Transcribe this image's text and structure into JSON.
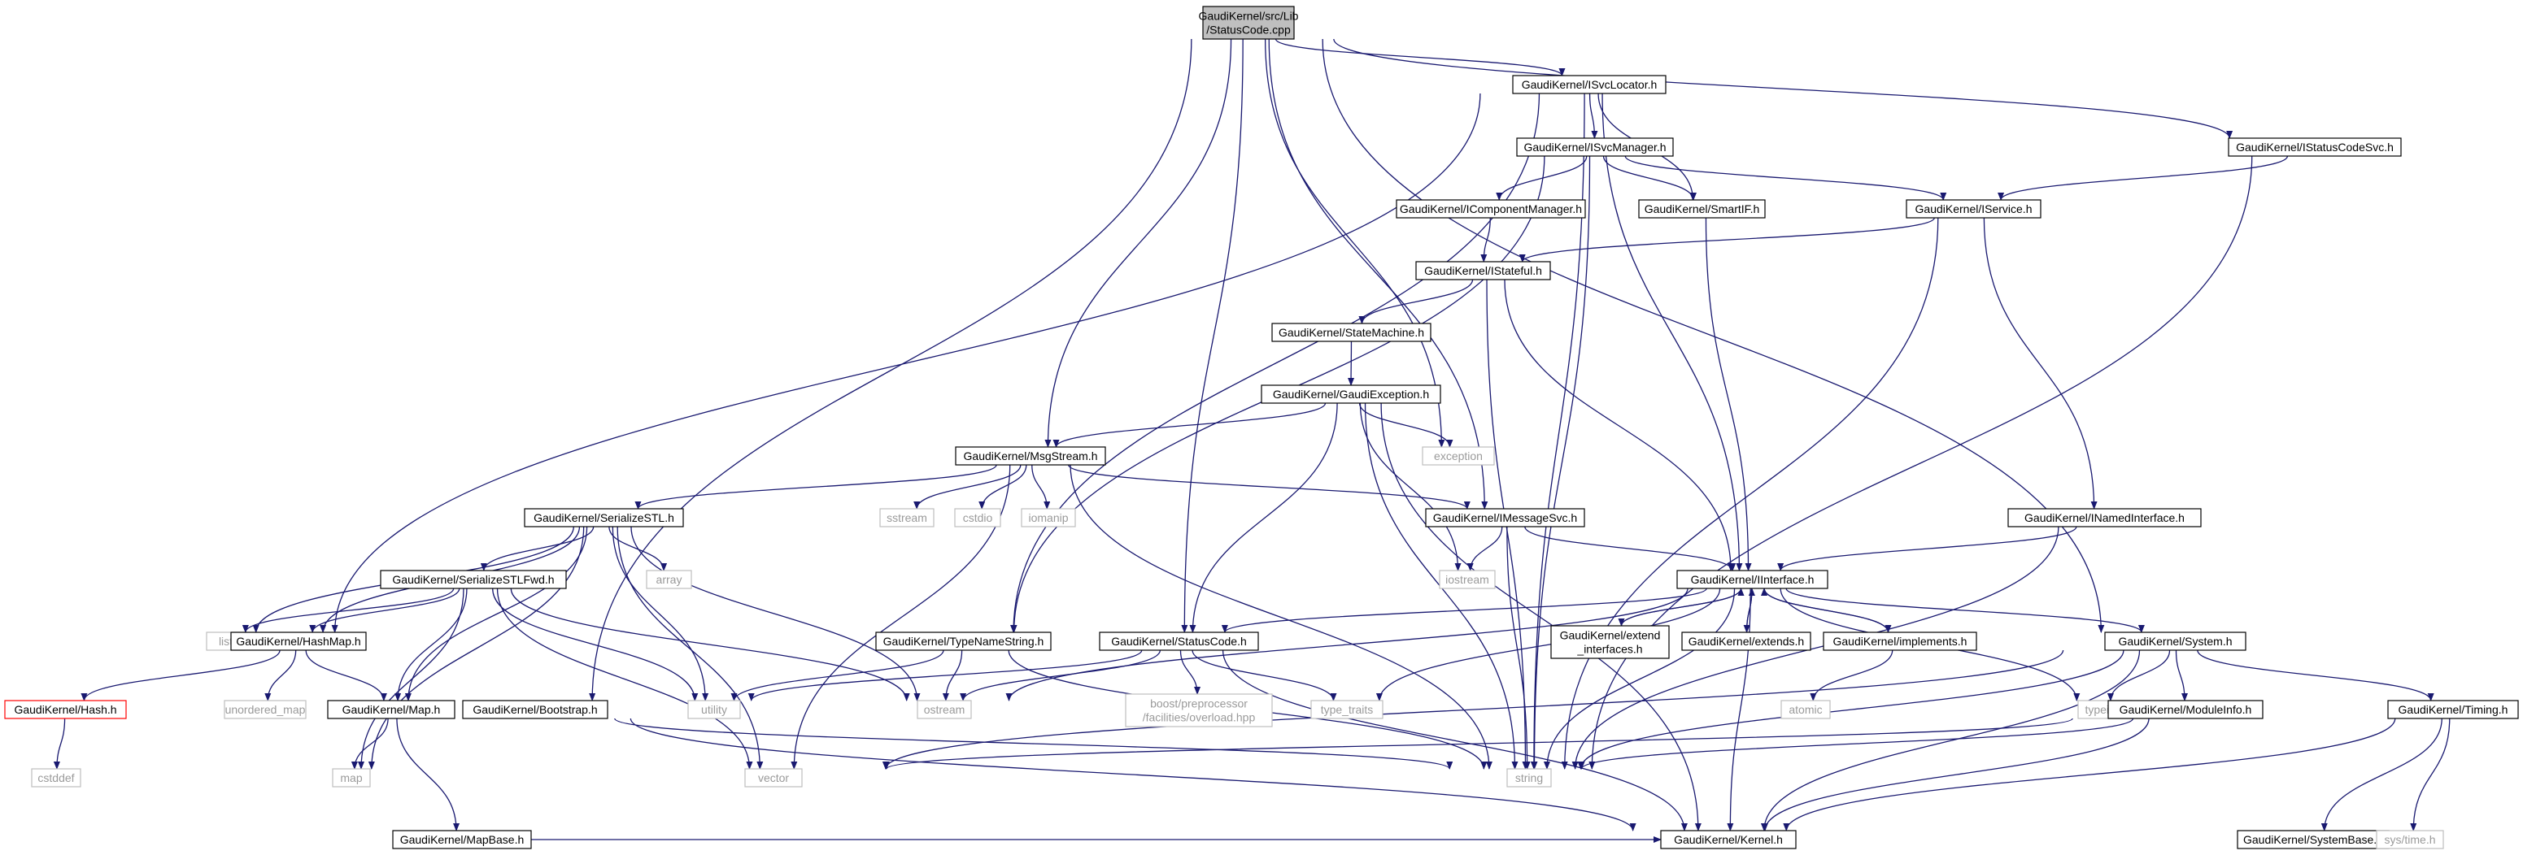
{
  "colors": {
    "edge": "#191970",
    "node_border": "#000000",
    "root_fill": "#bfbfbf",
    "missing_border": "#bfbfbf",
    "missing_text": "#9a9a9a",
    "truncated_border": "#ff0000"
  },
  "nodes": [
    {
      "id": "root",
      "lines": [
        "GaudiKernel/src/Lib",
        "/StatusCode.cpp"
      ],
      "style": "root"
    },
    {
      "id": "isvclocator",
      "lines": [
        "GaudiKernel/ISvcLocator.h"
      ],
      "style": "header"
    },
    {
      "id": "istatuscodesvc",
      "lines": [
        "GaudiKernel/IStatusCodeSvc.h"
      ],
      "style": "header"
    },
    {
      "id": "isvcmanager",
      "lines": [
        "GaudiKernel/ISvcManager.h"
      ],
      "style": "header"
    },
    {
      "id": "icomponentmanager",
      "lines": [
        "GaudiKernel/IComponentManager.h"
      ],
      "style": "header"
    },
    {
      "id": "smartif",
      "lines": [
        "GaudiKernel/SmartIF.h"
      ],
      "style": "header"
    },
    {
      "id": "iservice",
      "lines": [
        "GaudiKernel/IService.h"
      ],
      "style": "header"
    },
    {
      "id": "istateful",
      "lines": [
        "GaudiKernel/IStateful.h"
      ],
      "style": "header"
    },
    {
      "id": "statemachine",
      "lines": [
        "GaudiKernel/StateMachine.h"
      ],
      "style": "header"
    },
    {
      "id": "gaudiexception",
      "lines": [
        "GaudiKernel/GaudiException.h"
      ],
      "style": "header"
    },
    {
      "id": "msgstream",
      "lines": [
        "GaudiKernel/MsgStream.h"
      ],
      "style": "header"
    },
    {
      "id": "exception",
      "lines": [
        "exception"
      ],
      "style": "system"
    },
    {
      "id": "serializestl",
      "lines": [
        "GaudiKernel/SerializeSTL.h"
      ],
      "style": "header"
    },
    {
      "id": "sstream",
      "lines": [
        "sstream"
      ],
      "style": "system"
    },
    {
      "id": "cstdio",
      "lines": [
        "cstdio"
      ],
      "style": "system"
    },
    {
      "id": "iomanip",
      "lines": [
        "iomanip"
      ],
      "style": "system"
    },
    {
      "id": "imessagesvc",
      "lines": [
        "GaudiKernel/IMessageSvc.h"
      ],
      "style": "header"
    },
    {
      "id": "inamedinterface",
      "lines": [
        "GaudiKernel/INamedInterface.h"
      ],
      "style": "header"
    },
    {
      "id": "array",
      "lines": [
        "array"
      ],
      "style": "system"
    },
    {
      "id": "iostream",
      "lines": [
        "iostream"
      ],
      "style": "system"
    },
    {
      "id": "iinterface",
      "lines": [
        "GaudiKernel/IInterface.h"
      ],
      "style": "header"
    },
    {
      "id": "serializestlfwd",
      "lines": [
        "GaudiKernel/SerializeSTLFwd.h"
      ],
      "style": "header"
    },
    {
      "id": "list",
      "lines": [
        "list"
      ],
      "style": "system"
    },
    {
      "id": "hashmap",
      "lines": [
        "GaudiKernel/HashMap.h"
      ],
      "style": "header"
    },
    {
      "id": "typenamestring",
      "lines": [
        "GaudiKernel/TypeNameString.h"
      ],
      "style": "header"
    },
    {
      "id": "statuscodeh",
      "lines": [
        "GaudiKernel/StatusCode.h"
      ],
      "style": "header"
    },
    {
      "id": "extend_interfaces",
      "lines": [
        "GaudiKernel/extend",
        "_interfaces.h"
      ],
      "style": "header"
    },
    {
      "id": "extends",
      "lines": [
        "GaudiKernel/extends.h"
      ],
      "style": "header"
    },
    {
      "id": "implements",
      "lines": [
        "GaudiKernel/implements.h"
      ],
      "style": "header"
    },
    {
      "id": "system",
      "lines": [
        "GaudiKernel/System.h"
      ],
      "style": "header"
    },
    {
      "id": "hash",
      "lines": [
        "GaudiKernel/Hash.h"
      ],
      "style": "truncated"
    },
    {
      "id": "unordered_map",
      "lines": [
        "unordered_map"
      ],
      "style": "system"
    },
    {
      "id": "maph",
      "lines": [
        "GaudiKernel/Map.h"
      ],
      "style": "header"
    },
    {
      "id": "bootstrap",
      "lines": [
        "GaudiKernel/Bootstrap.h"
      ],
      "style": "header"
    },
    {
      "id": "utility",
      "lines": [
        "utility"
      ],
      "style": "system"
    },
    {
      "id": "ostream",
      "lines": [
        "ostream"
      ],
      "style": "system"
    },
    {
      "id": "overload",
      "lines": [
        "boost/preprocessor",
        "/facilities/overload.hpp"
      ],
      "style": "system"
    },
    {
      "id": "type_traits",
      "lines": [
        "type_traits"
      ],
      "style": "system"
    },
    {
      "id": "atomic",
      "lines": [
        "atomic"
      ],
      "style": "system"
    },
    {
      "id": "typeinfo",
      "lines": [
        "typeinfo"
      ],
      "style": "system"
    },
    {
      "id": "moduleinfo",
      "lines": [
        "GaudiKernel/ModuleInfo.h"
      ],
      "style": "header"
    },
    {
      "id": "timing",
      "lines": [
        "GaudiKernel/Timing.h"
      ],
      "style": "header"
    },
    {
      "id": "cstddef",
      "lines": [
        "cstddef"
      ],
      "style": "system"
    },
    {
      "id": "map",
      "lines": [
        "map"
      ],
      "style": "system"
    },
    {
      "id": "vector",
      "lines": [
        "vector"
      ],
      "style": "system"
    },
    {
      "id": "string",
      "lines": [
        "string"
      ],
      "style": "system"
    },
    {
      "id": "mapbase",
      "lines": [
        "GaudiKernel/MapBase.h"
      ],
      "style": "header"
    },
    {
      "id": "systembase",
      "lines": [
        "GaudiKernel/SystemBase.h"
      ],
      "style": "header"
    },
    {
      "id": "systime",
      "lines": [
        "sys/time.h"
      ],
      "style": "system"
    },
    {
      "id": "kernel",
      "lines": [
        "GaudiKernel/Kernel.h"
      ],
      "style": "header"
    }
  ],
  "edges": [
    [
      "root",
      "isvclocator"
    ],
    [
      "root",
      "istatuscodesvc"
    ],
    [
      "root",
      "msgstream"
    ],
    [
      "root",
      "statuscodeh"
    ],
    [
      "root",
      "bootstrap"
    ],
    [
      "root",
      "exception"
    ],
    [
      "root",
      "imessagesvc"
    ],
    [
      "root",
      "system"
    ],
    [
      "isvclocator",
      "isvcmanager"
    ],
    [
      "isvclocator",
      "smartif"
    ],
    [
      "isvclocator",
      "iinterface"
    ],
    [
      "isvclocator",
      "list"
    ],
    [
      "isvclocator",
      "typenamestring"
    ],
    [
      "isvclocator",
      "string"
    ],
    [
      "istatuscodesvc",
      "iservice"
    ],
    [
      "istatuscodesvc",
      "string"
    ],
    [
      "isvcmanager",
      "icomponentmanager"
    ],
    [
      "isvcmanager",
      "smartif"
    ],
    [
      "isvcmanager",
      "iservice"
    ],
    [
      "isvcmanager",
      "typenamestring"
    ],
    [
      "isvcmanager",
      "string"
    ],
    [
      "icomponentmanager",
      "istateful"
    ],
    [
      "smartif",
      "iinterface"
    ],
    [
      "iservice",
      "istateful"
    ],
    [
      "iservice",
      "inamedinterface"
    ],
    [
      "iservice",
      "string"
    ],
    [
      "istateful",
      "statemachine"
    ],
    [
      "istateful",
      "iinterface"
    ],
    [
      "istateful",
      "string"
    ],
    [
      "statemachine",
      "gaudiexception"
    ],
    [
      "gaudiexception",
      "msgstream"
    ],
    [
      "gaudiexception",
      "exception"
    ],
    [
      "gaudiexception",
      "iostream"
    ],
    [
      "gaudiexception",
      "statuscodeh"
    ],
    [
      "gaudiexception",
      "string"
    ],
    [
      "gaudiexception",
      "kernel"
    ],
    [
      "msgstream",
      "serializestl"
    ],
    [
      "msgstream",
      "sstream"
    ],
    [
      "msgstream",
      "cstdio"
    ],
    [
      "msgstream",
      "iomanip"
    ],
    [
      "msgstream",
      "imessagesvc"
    ],
    [
      "msgstream",
      "string"
    ],
    [
      "msgstream",
      "vector"
    ],
    [
      "serializestl",
      "serializestlfwd"
    ],
    [
      "serializestl",
      "array"
    ],
    [
      "serializestl",
      "list"
    ],
    [
      "serializestl",
      "hashmap"
    ],
    [
      "serializestl",
      "maph"
    ],
    [
      "serializestl",
      "utility"
    ],
    [
      "serializestl",
      "ostream"
    ],
    [
      "serializestl",
      "map"
    ],
    [
      "serializestl",
      "vector"
    ],
    [
      "imessagesvc",
      "iinterface"
    ],
    [
      "imessagesvc",
      "iostream"
    ],
    [
      "imessagesvc",
      "string"
    ],
    [
      "inamedinterface",
      "iinterface"
    ],
    [
      "inamedinterface",
      "string"
    ],
    [
      "serializestlfwd",
      "list"
    ],
    [
      "serializestlfwd",
      "hashmap"
    ],
    [
      "serializestlfwd",
      "maph"
    ],
    [
      "serializestlfwd",
      "utility"
    ],
    [
      "serializestlfwd",
      "ostream"
    ],
    [
      "serializestlfwd",
      "map"
    ],
    [
      "serializestlfwd",
      "vector"
    ],
    [
      "hashmap",
      "hash"
    ],
    [
      "hashmap",
      "unordered_map"
    ],
    [
      "hashmap",
      "maph"
    ],
    [
      "hash",
      "cstddef"
    ],
    [
      "maph",
      "map"
    ],
    [
      "maph",
      "mapbase"
    ],
    [
      "mapbase",
      "kernel"
    ],
    [
      "bootstrap",
      "string"
    ],
    [
      "bootstrap",
      "kernel"
    ],
    [
      "typenamestring",
      "utility"
    ],
    [
      "typenamestring",
      "ostream"
    ],
    [
      "typenamestring",
      "string"
    ],
    [
      "statuscodeh",
      "utility"
    ],
    [
      "statuscodeh",
      "ostream"
    ],
    [
      "statuscodeh",
      "overload"
    ],
    [
      "statuscodeh",
      "type_traits"
    ],
    [
      "statuscodeh",
      "kernel"
    ],
    [
      "iinterface",
      "statuscodeh"
    ],
    [
      "iinterface",
      "extend_interfaces"
    ],
    [
      "iinterface",
      "extends"
    ],
    [
      "iinterface",
      "implements"
    ],
    [
      "iinterface",
      "system"
    ],
    [
      "iinterface",
      "ostream"
    ],
    [
      "iinterface",
      "type_traits"
    ],
    [
      "iinterface",
      "typeinfo"
    ],
    [
      "iinterface",
      "kernel"
    ],
    [
      "iinterface",
      "string"
    ],
    [
      "extend_interfaces",
      "iinterface"
    ],
    [
      "extends",
      "iinterface"
    ],
    [
      "implements",
      "iinterface"
    ],
    [
      "implements",
      "atomic"
    ],
    [
      "system",
      "moduleinfo"
    ],
    [
      "system",
      "timing"
    ],
    [
      "system",
      "typeinfo"
    ],
    [
      "system",
      "kernel"
    ],
    [
      "system",
      "string"
    ],
    [
      "system",
      "vector"
    ],
    [
      "moduleinfo",
      "kernel"
    ],
    [
      "moduleinfo",
      "string"
    ],
    [
      "moduleinfo",
      "vector"
    ],
    [
      "timing",
      "systembase"
    ],
    [
      "timing",
      "systime"
    ],
    [
      "timing",
      "kernel"
    ]
  ]
}
